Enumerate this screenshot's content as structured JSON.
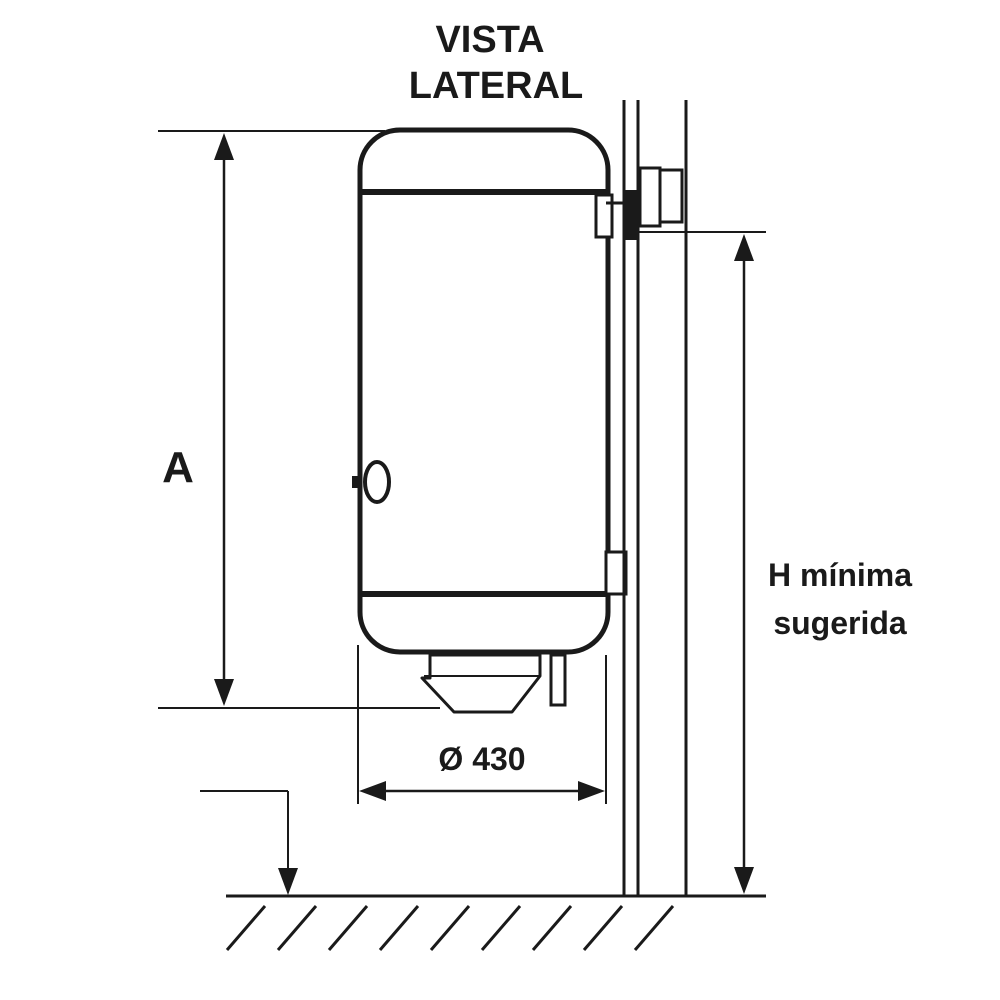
{
  "title": {
    "line1": "VISTA",
    "line2": "LATERAL"
  },
  "dimensions": {
    "height_label": "A",
    "diameter_label": "Ø 430",
    "min_height_line1": "H mínima",
    "min_height_line2": "sugerida"
  },
  "colors": {
    "stroke": "#1a1a1a",
    "background": "#ffffff"
  }
}
